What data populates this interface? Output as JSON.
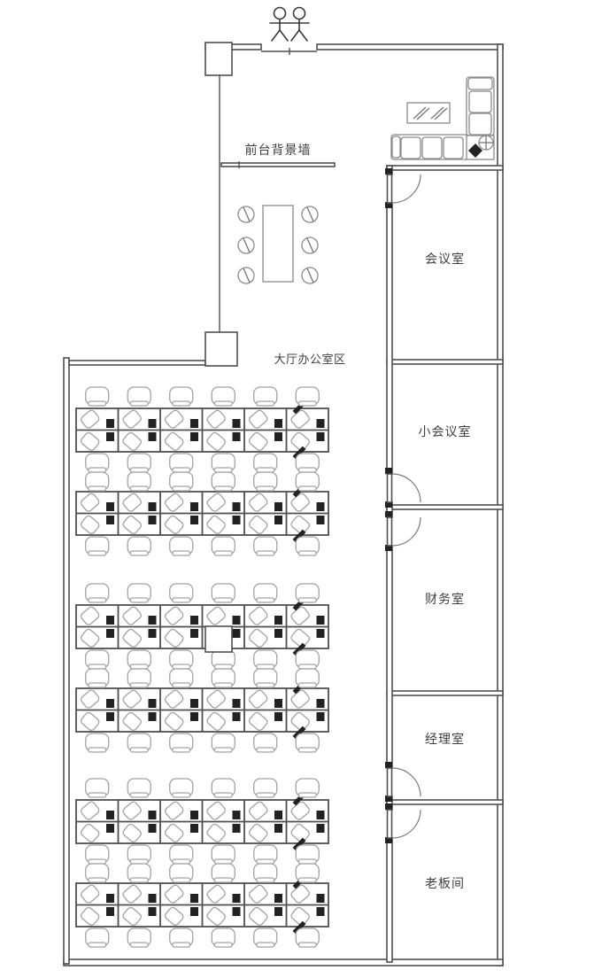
{
  "colors": {
    "wall": "#4f4f4f",
    "line": "#6e6e6e",
    "lite": "#a2a2a2",
    "dark": "#222222",
    "text": "#3f3f3f",
    "bg": "#ffffff"
  },
  "entrance": {
    "icon": "two-people-icon"
  },
  "reception": {
    "wall_label": "前台背景墙",
    "conference_table": {
      "chair_count": 6,
      "chairs_per_side": 3
    },
    "lounge": {
      "sofa_seats": 3,
      "side_sofa_seats": 2,
      "coffee_table": 1,
      "corner_table": 1,
      "plant": 1
    }
  },
  "hall": {
    "label": "大厅办公室区",
    "clusters": [
      {
        "name": "workstation-cluster-1",
        "desk_rows": 2,
        "desks_per_row": 6,
        "chair_rows": 4
      },
      {
        "name": "workstation-cluster-2",
        "desk_rows": 2,
        "desks_per_row": 6,
        "chair_rows": 4
      },
      {
        "name": "workstation-cluster-3",
        "desk_rows": 2,
        "desks_per_row": 6,
        "chair_rows": 4
      }
    ]
  },
  "rooms": [
    {
      "id": "meeting-room",
      "label": "会议室"
    },
    {
      "id": "small-meeting-room",
      "label": "小会议室"
    },
    {
      "id": "finance-room",
      "label": "财务室"
    },
    {
      "id": "manager-room",
      "label": "经理室"
    },
    {
      "id": "boss-room",
      "label": "老板间"
    }
  ]
}
